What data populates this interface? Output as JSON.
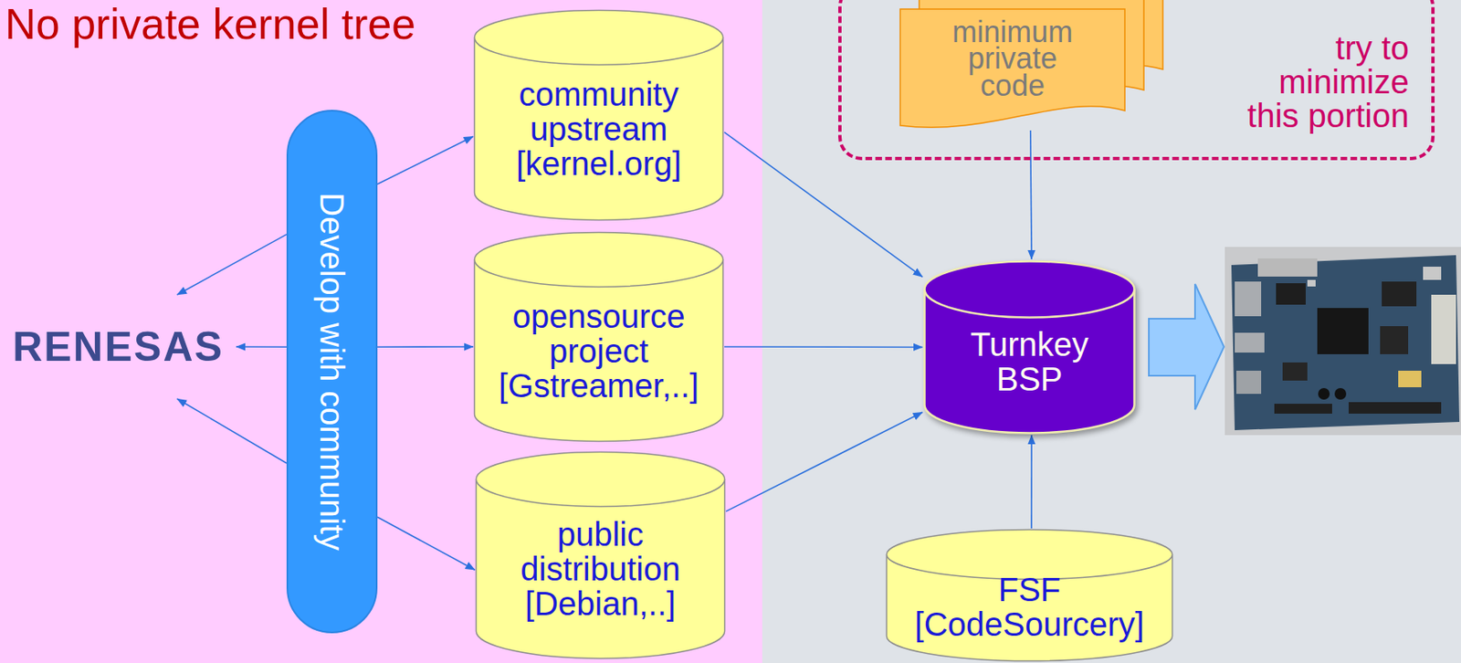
{
  "diagram": {
    "title": "No private kernel tree",
    "nodes": [
      {
        "text": [
          "RENESAS"
        ]
      },
      {
        "text": [
          "Develop with community"
        ]
      },
      {
        "text": [
          "community upstream [kernel.org]"
        ]
      },
      {
        "text": [
          "opensource project [Gstreamer,..]"
        ]
      },
      {
        "text": [
          "public distribution [Debian,..]"
        ]
      },
      {
        "text": [
          "try to minimize this portion"
        ]
      },
      {
        "text": [
          "minimum private code"
        ],
        "in": 5
      },
      {
        "text": [
          "Turnkey BSP"
        ]
      },
      {
        "text": [
          "FSF [CodeSourcery]"
        ]
      }
    ],
    "edges": [
      {
        "from": 1,
        "to": 0,
        "arrow": "to"
      },
      {
        "from": 1,
        "to": 0,
        "arrow": "to"
      },
      {
        "from": 1,
        "to": 0,
        "arrow": "to"
      },
      {
        "from": 1,
        "to": 2,
        "arrow": "to"
      },
      {
        "from": 1,
        "to": 3,
        "arrow": "to"
      },
      {
        "from": 1,
        "to": 4,
        "arrow": "to"
      },
      {
        "from": 2,
        "to": 7,
        "arrow": "to"
      },
      {
        "from": 3,
        "to": 7,
        "arrow": "to"
      },
      {
        "from": 4,
        "to": 7,
        "arrow": "to"
      },
      {
        "from": 6,
        "to": 7,
        "arrow": "to"
      },
      {
        "from": 8,
        "to": 7,
        "arrow": "to"
      }
    ]
  }
}
